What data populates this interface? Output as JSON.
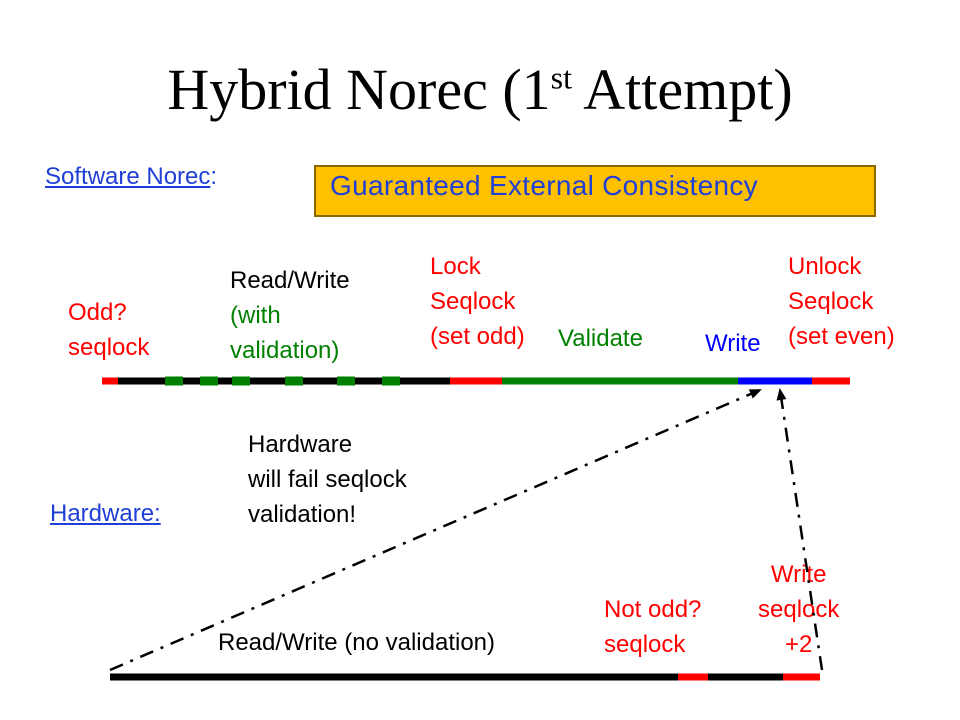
{
  "title": {
    "main": "Hybrid Norec (1",
    "sup": "st",
    "tail": " Attempt)"
  },
  "software": {
    "link": "Software Norec",
    "colon": ":",
    "guarantee": "Guaranteed External Consistency",
    "odd_1": "Odd?",
    "odd_2": "seqlock",
    "rw_1": "Read/Write",
    "rw_2": "(with",
    "rw_3": "validation)",
    "lock_1": "Lock",
    "lock_2": "Seqlock",
    "lock_3": "(set odd)",
    "validate": "Validate",
    "write": "Write",
    "unlock_1": "Unlock",
    "unlock_2": "Seqlock",
    "unlock_3": "(set even)"
  },
  "hardware": {
    "link": "Hardware:",
    "note_1": "Hardware",
    "note_2": "will fail seqlock",
    "note_3": "validation!",
    "rw": "Read/Write (no validation)",
    "notodd_1": "Not odd?",
    "notodd_2": "seqlock",
    "write_1": "Write",
    "write_2": "seqlock",
    "write_3": "+2"
  },
  "colors": {
    "red": "#ff0000",
    "green": "#008000",
    "blue": "#0000ff",
    "black": "#000000",
    "link": "#1f3fd6",
    "box": "#ffc000"
  }
}
